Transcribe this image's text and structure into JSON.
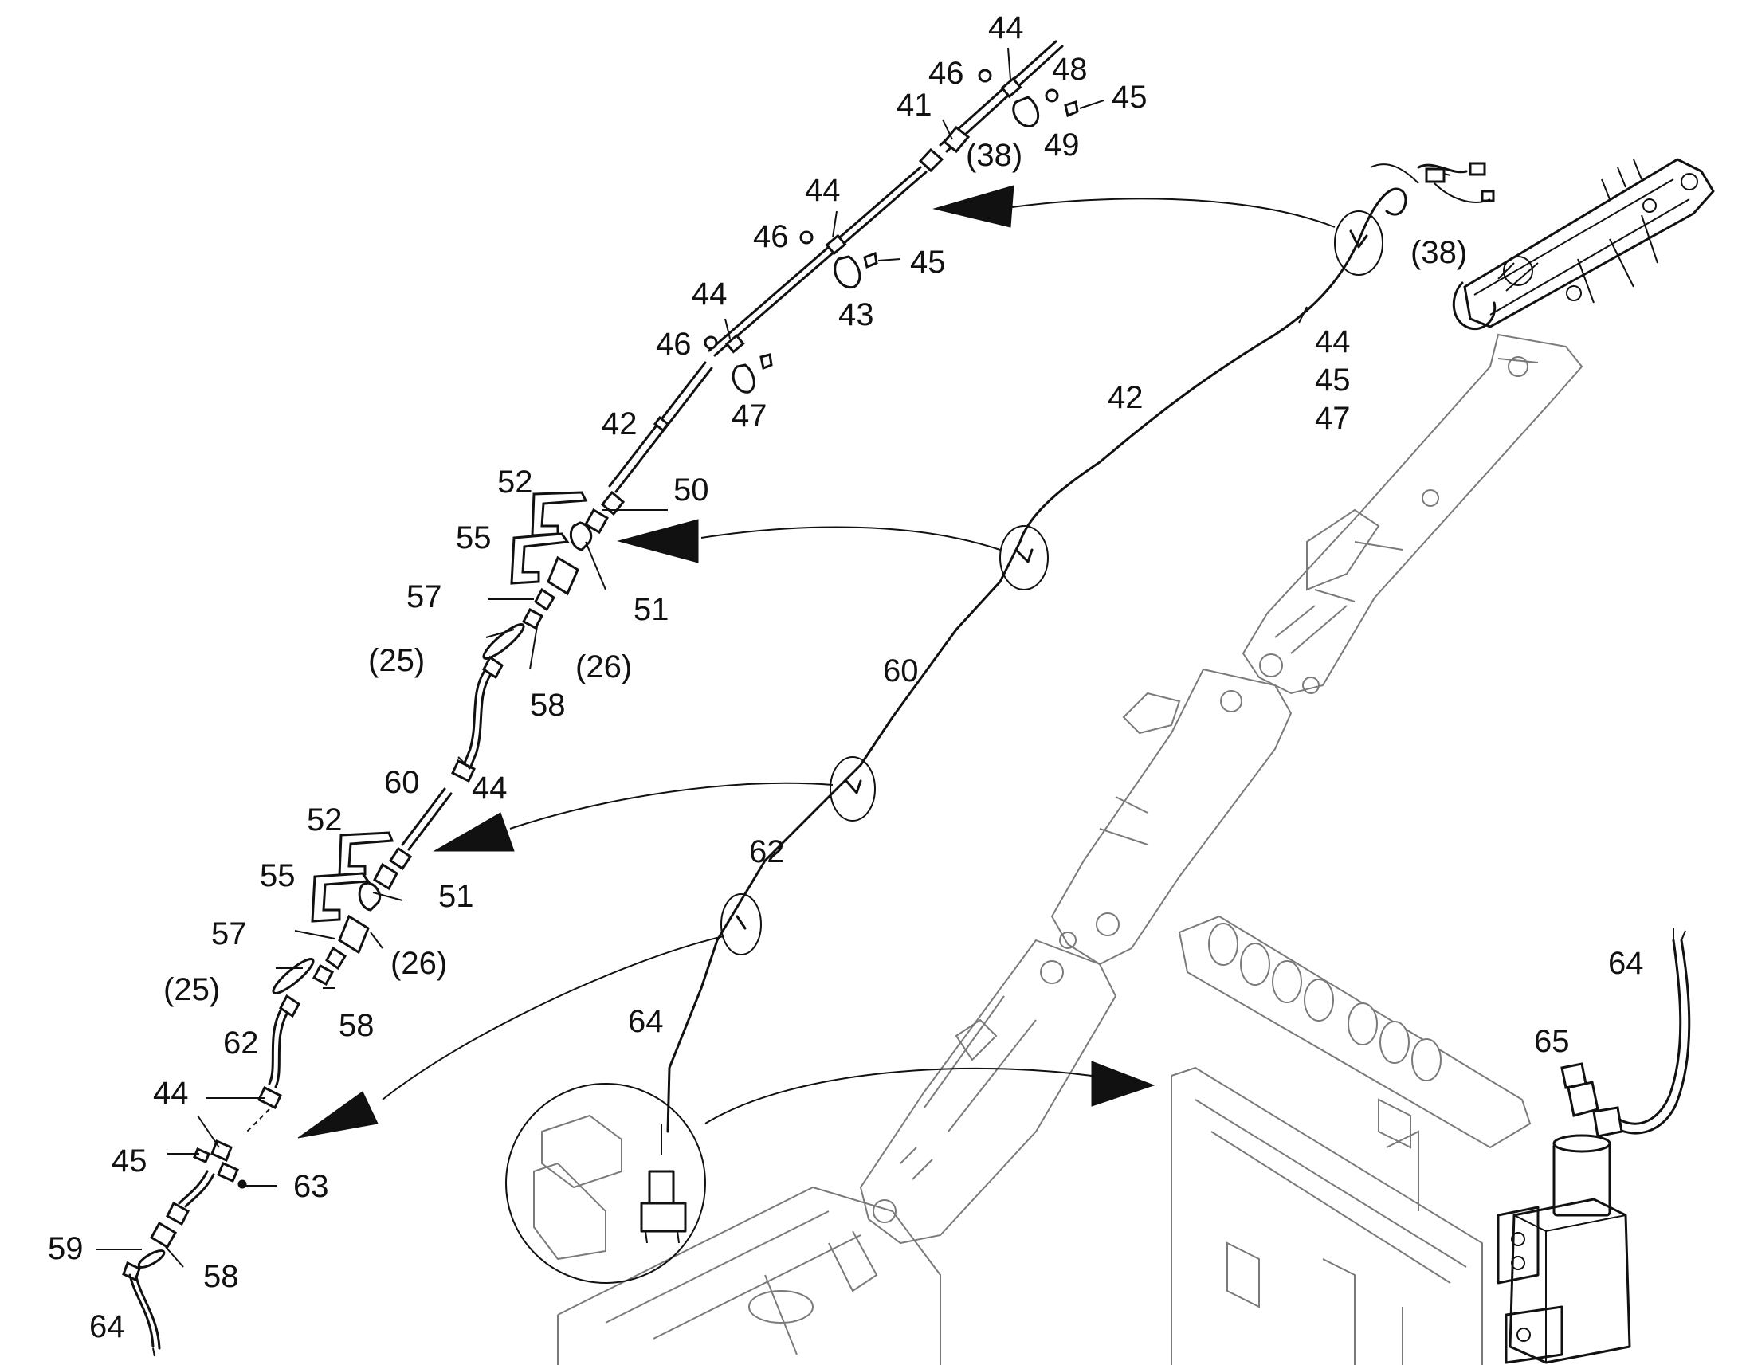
{
  "diagram": {
    "callouts": [
      {
        "id": "c44a",
        "text": "44"
      },
      {
        "id": "c46a",
        "text": "46"
      },
      {
        "id": "c48",
        "text": "48"
      },
      {
        "id": "c45a",
        "text": "45"
      },
      {
        "id": "c41",
        "text": "41"
      },
      {
        "id": "c38a",
        "text": "(38)"
      },
      {
        "id": "c49",
        "text": "49"
      },
      {
        "id": "c44b",
        "text": "44"
      },
      {
        "id": "c46b",
        "text": "46"
      },
      {
        "id": "c45b",
        "text": "45"
      },
      {
        "id": "c43",
        "text": "43"
      },
      {
        "id": "c44c",
        "text": "44"
      },
      {
        "id": "c46c",
        "text": "46"
      },
      {
        "id": "c47a",
        "text": "47"
      },
      {
        "id": "c42a",
        "text": "42"
      },
      {
        "id": "c52a",
        "text": "52"
      },
      {
        "id": "c50",
        "text": "50"
      },
      {
        "id": "c55a",
        "text": "55"
      },
      {
        "id": "c51a",
        "text": "51"
      },
      {
        "id": "c57a",
        "text": "57"
      },
      {
        "id": "c25a",
        "text": "(25)"
      },
      {
        "id": "c26a",
        "text": "(26)"
      },
      {
        "id": "c58a",
        "text": "58"
      },
      {
        "id": "c60a",
        "text": "60"
      },
      {
        "id": "c44d",
        "text": "44"
      },
      {
        "id": "c52b",
        "text": "52"
      },
      {
        "id": "c55b",
        "text": "55"
      },
      {
        "id": "c51b",
        "text": "51"
      },
      {
        "id": "c57b",
        "text": "57"
      },
      {
        "id": "c26b",
        "text": "(26)"
      },
      {
        "id": "c25b",
        "text": "(25)"
      },
      {
        "id": "c58b",
        "text": "58"
      },
      {
        "id": "c62a",
        "text": "62"
      },
      {
        "id": "c44e",
        "text": "44"
      },
      {
        "id": "c45c",
        "text": "45"
      },
      {
        "id": "c63",
        "text": "63"
      },
      {
        "id": "c59",
        "text": "59"
      },
      {
        "id": "c58c",
        "text": "58"
      },
      {
        "id": "c64a",
        "text": "64"
      },
      {
        "id": "c38b",
        "text": "(38)"
      },
      {
        "id": "c44f",
        "text": "44"
      },
      {
        "id": "c45d",
        "text": "45"
      },
      {
        "id": "c47b",
        "text": "47"
      },
      {
        "id": "c42b",
        "text": "42"
      },
      {
        "id": "c60b",
        "text": "60"
      },
      {
        "id": "c62b",
        "text": "62"
      },
      {
        "id": "c64b",
        "text": "64"
      },
      {
        "id": "c64c",
        "text": "64"
      },
      {
        "id": "c65",
        "text": "65"
      }
    ]
  }
}
